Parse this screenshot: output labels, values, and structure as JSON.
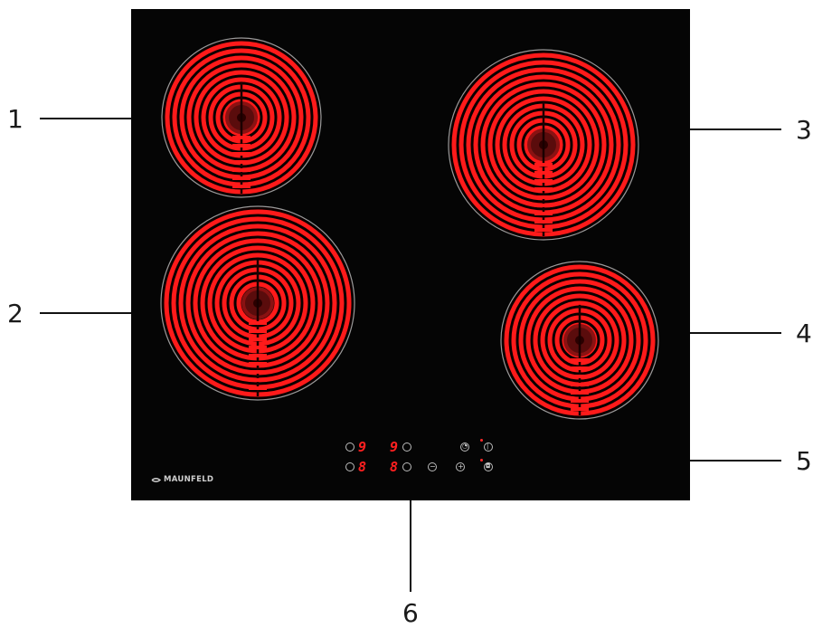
{
  "callouts": {
    "n1": "1",
    "n2": "2",
    "n3": "3",
    "n4": "4",
    "n5": "5",
    "n6": "6"
  },
  "brand": {
    "name": "MAUNFELD"
  },
  "control_panel": {
    "displays": [
      "9",
      "9",
      "8",
      "8"
    ],
    "buttons": [
      "zone-select",
      "zone-select",
      "zone-select",
      "zone-select",
      "timer",
      "power",
      "minus",
      "plus",
      "lock"
    ]
  },
  "colors": {
    "hob_glass": "#050505",
    "heating_coil": "#ff1a1a",
    "display_digits": "#ff2020",
    "callout_lines": "#111111"
  }
}
